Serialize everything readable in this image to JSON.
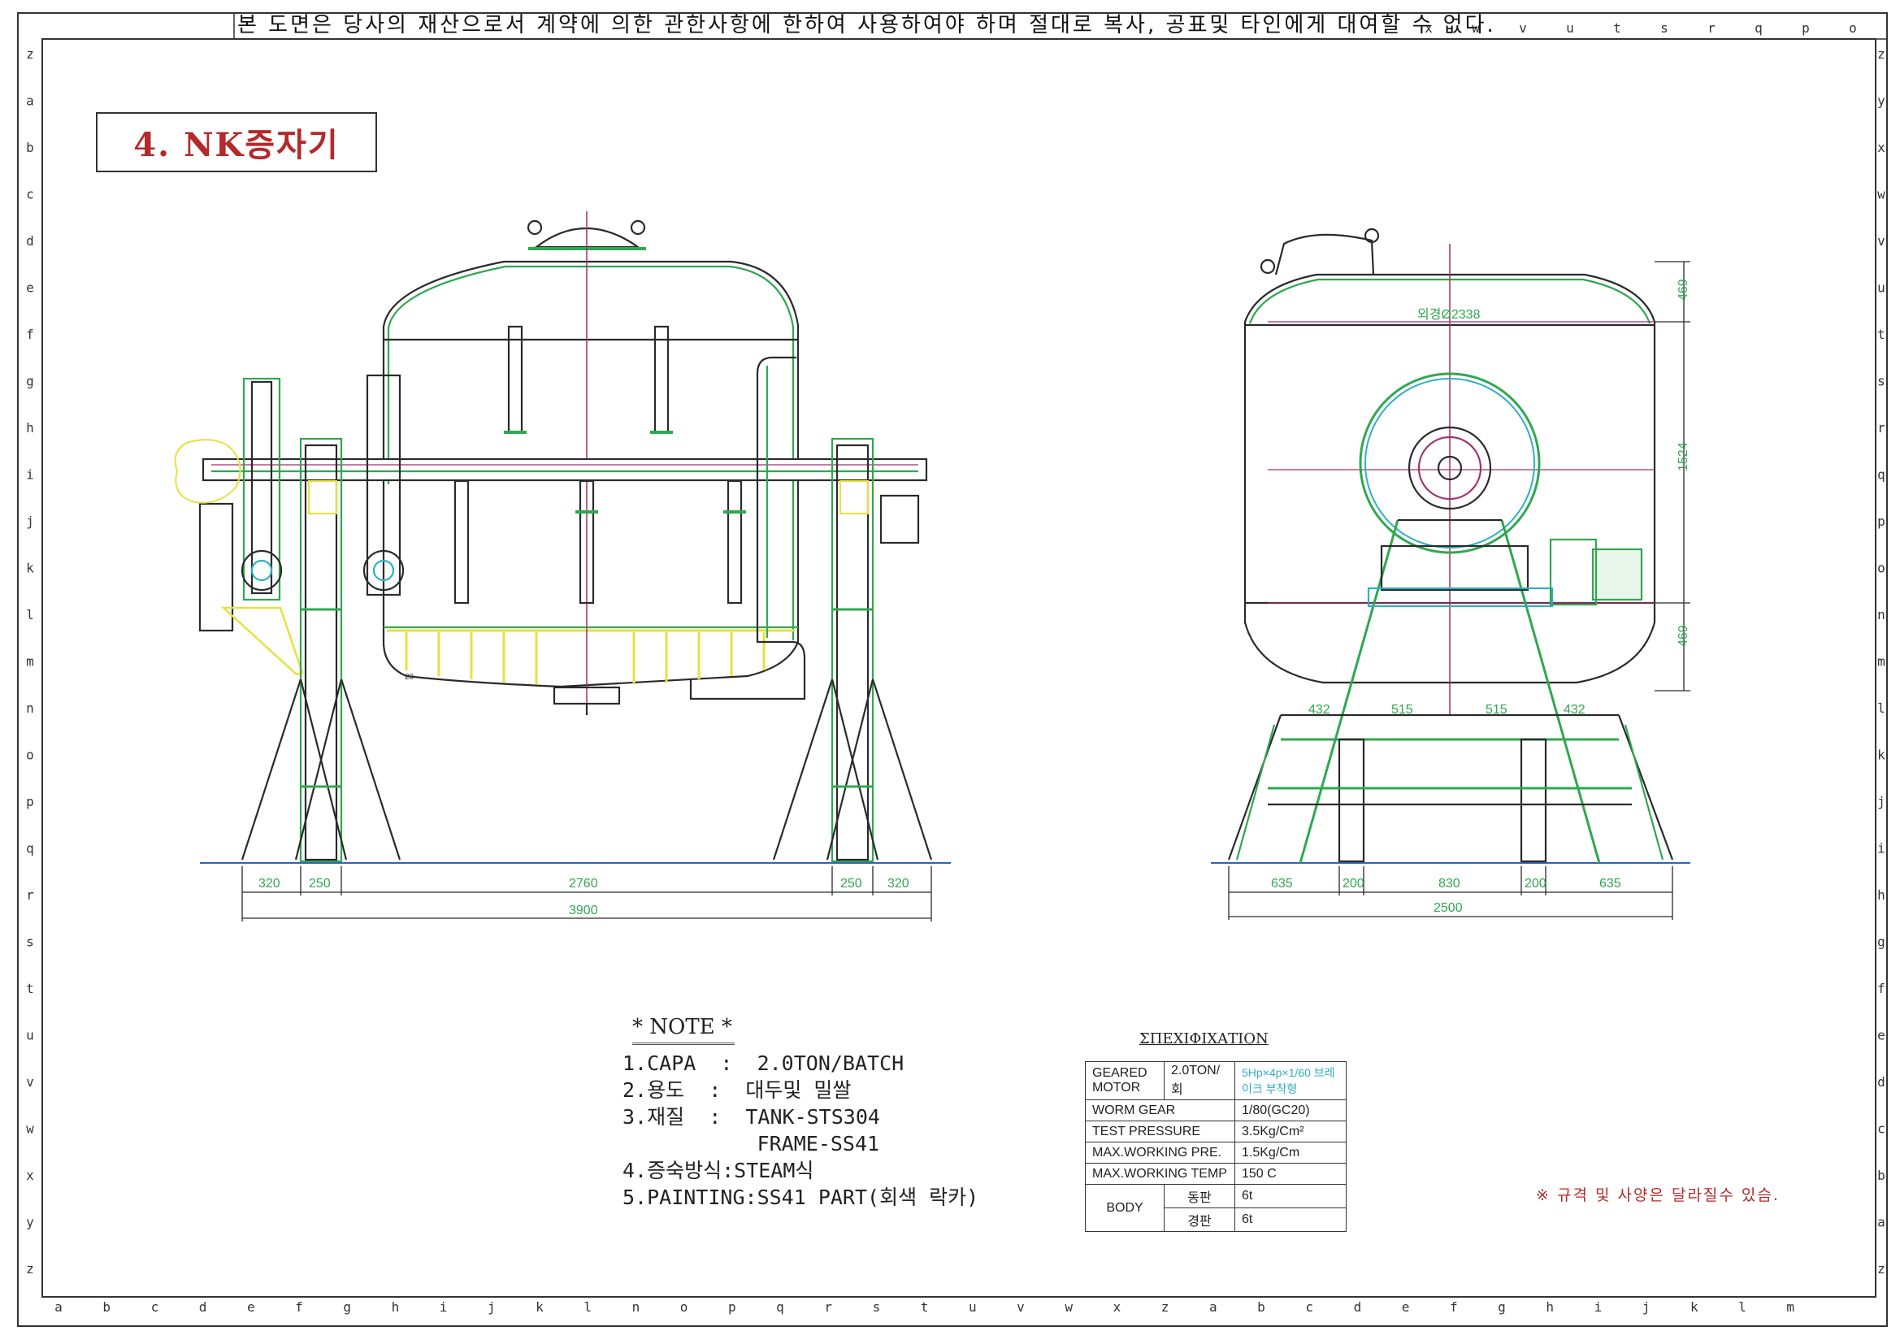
{
  "header": {
    "notice": "본 도면은 당사의 재산으로서 계약에 의한 관한사항에 한하여 사용하여야 하며 절대로 복사, 공표및 타인에게 대여할 수 없다.",
    "corner_letters": [
      "x",
      "w",
      "v",
      "u",
      "t",
      "s",
      "r",
      "q",
      "p",
      "o"
    ]
  },
  "title": "4. NK증자기",
  "border": {
    "left_letters": [
      "z",
      "a",
      "b",
      "c",
      "d",
      "e",
      "f",
      "g",
      "h",
      "i",
      "j",
      "k",
      "l",
      "m",
      "n",
      "o",
      "p",
      "q",
      "r",
      "s",
      "t",
      "u",
      "v",
      "w",
      "x",
      "y",
      "z"
    ],
    "right_letters": [
      "z",
      "y",
      "x",
      "w",
      "v",
      "u",
      "t",
      "s",
      "r",
      "q",
      "p",
      "o",
      "n",
      "m",
      "l",
      "k",
      "j",
      "i",
      "h",
      "g",
      "f",
      "e",
      "d",
      "c",
      "b",
      "a",
      "z"
    ],
    "bottom_letters": [
      "a",
      "b",
      "c",
      "d",
      "e",
      "f",
      "g",
      "h",
      "i",
      "j",
      "k",
      "l",
      "n",
      "o",
      "p",
      "q",
      "r",
      "s",
      "t",
      "u",
      "v",
      "w",
      "x",
      "z",
      "a",
      "b",
      "c",
      "d",
      "e",
      "f",
      "g",
      "h",
      "i",
      "j",
      "k",
      "l",
      "m"
    ]
  },
  "front_view": {
    "dimensions": {
      "d320_left": "320",
      "d250_left": "250",
      "d2760": "2760",
      "d250_right": "250",
      "d320_right": "320",
      "d3900": "3900"
    },
    "label_small": "20"
  },
  "side_view": {
    "dimensions": {
      "diameter": "외경Ø2338",
      "d469_top": "469",
      "d1524": "1524",
      "d469_bottom": "469",
      "d432_left": "432",
      "d515_left": "515",
      "d515_right": "515",
      "d432_right": "432",
      "d635_left": "635",
      "d200_left": "200",
      "d830": "830",
      "d200_right": "200",
      "d635_right": "635",
      "d2500": "2500"
    }
  },
  "note": {
    "title": "* NOTE *",
    "lines": [
      "1.CAPA  :  2.0TON/BATCH",
      "2.용도  :  대두및 밀쌀",
      "3.재질  :  TANK-STS304",
      "           FRAME-SS41",
      "4.증숙방식:STEAM식",
      "5.PAINTING:SS41 PART(회색 락카)"
    ]
  },
  "spec": {
    "title": "ΣΠΕΧΙΦΙΧΑΤΙΟΝ",
    "rows": [
      {
        "label": "GEARED MOTOR",
        "mid": "2.0TON/회",
        "value": "5Hp×4p×1/60 브레이크 부착형"
      },
      {
        "label": "WORM GEAR",
        "value": "1/80(GC20)"
      },
      {
        "label": "TEST PRESSURE",
        "value": "3.5Kg/Cm²"
      },
      {
        "label": "MAX.WORKING PRE.",
        "value": "1.5Kg/Cm"
      },
      {
        "label": "MAX.WORKING TEMP",
        "value": "150 C"
      }
    ],
    "body": {
      "label": "BODY",
      "sub1": "동판",
      "val1": "6t",
      "sub2": "경판",
      "val2": "6t"
    }
  },
  "caution": "※ 규격 및 사양은 달라질수 있슴.",
  "colors": {
    "outline": "#2a2a2a",
    "green": "#2fa84f",
    "yellow": "#e8e040",
    "magenta": "#a0306a",
    "cyan": "#30b0c0",
    "title_red": "#b42a2a"
  }
}
